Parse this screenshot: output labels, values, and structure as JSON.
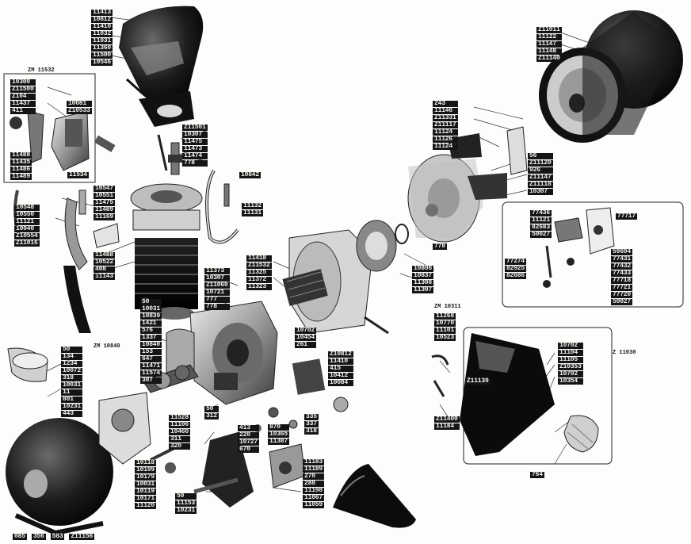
{
  "group_tags": {
    "carb": "ZM 11532",
    "tail": "ZM 10840",
    "flywheel_plate": "ZM 10311",
    "tail_box": "Z 11030"
  },
  "stacks": {
    "head_cover": [
      "11413",
      "10812",
      "11410",
      "11032",
      "11031",
      "11360",
      "11500",
      "10546"
    ],
    "carb": [
      "10300",
      "Z11500",
      "Z104",
      "11437",
      "411"
    ],
    "carb_right": [
      "10081",
      "Z10533"
    ],
    "carb_lower": [
      "11488",
      "11435",
      "11486",
      "11489"
    ],
    "carb_bottom": [
      "11534"
    ],
    "plug": [
      "Z11501",
      "10307",
      "11475",
      "11473",
      "11474",
      "778"
    ],
    "pipe": [
      "10842"
    ],
    "pipe2": [
      "11132",
      "11131"
    ],
    "intake_left": [
      "10548",
      "10550",
      "11121",
      "10040",
      "Z10554",
      "Z11016"
    ],
    "intake_right": [
      "10547",
      "10551",
      "11475",
      "11489",
      "11169"
    ],
    "cyl_left": [
      "11488",
      "10522",
      "408",
      "11143"
    ],
    "cyl_mid": [
      "11373",
      "10307",
      "Z11060",
      "10721",
      "777",
      "778"
    ],
    "cyl_mid2": [
      "11418",
      "Z11532",
      "11325",
      "11372",
      "11323"
    ],
    "cyl_lower": [
      "50",
      "10031",
      "10839",
      "1421",
      "576",
      "1337",
      "10840",
      "153",
      "647",
      "11471",
      "11574",
      "307"
    ],
    "piston_left": [
      "50",
      "134",
      "1234",
      "10072",
      "318",
      "10031",
      "11",
      "801",
      "10231",
      "443"
    ],
    "crank_lower": [
      "50",
      "312"
    ],
    "crank_lower2": [
      "11528",
      "11106",
      "10460",
      "311",
      "320"
    ],
    "bottom_left": [
      "10118",
      "10199",
      "10179",
      "10031",
      "10119",
      "10171",
      "11120"
    ],
    "bottom_mid": [
      "413",
      "220",
      "10727",
      "670"
    ],
    "bottom_mid2": [
      "870",
      "10365",
      "11387"
    ],
    "bottom_mid3": [
      "335",
      "337",
      "318"
    ],
    "bottom_right": [
      "11183",
      "11189",
      "270",
      "288",
      "11198",
      "11067",
      "11059"
    ],
    "bottom_pair": [
      "50",
      "11153",
      "10231"
    ],
    "clutch_small": [
      "10702",
      "10454",
      "261"
    ],
    "clutch_small2": [
      "Z10812",
      "11410",
      "415",
      "10412",
      "10084"
    ],
    "flywheel_top": [
      "Z11011",
      "11122",
      "11147",
      "11148",
      "Z11140"
    ],
    "rotor_left": [
      "243",
      "11146",
      "Z11331",
      "Z11117",
      "11124",
      "11126",
      "11124"
    ],
    "rotor_right": [
      "56",
      "Z11120",
      "926",
      "Z11147",
      "Z11118",
      "10307"
    ],
    "rotor_bottom": [
      "778"
    ],
    "mag_left": [
      "10808",
      "10837",
      "11308",
      "11307"
    ],
    "mag_lower": [
      "11268",
      "10770",
      "11101",
      "10523"
    ],
    "mag_box": [
      "77436",
      "11121",
      "82683",
      "50027"
    ],
    "mag_box_right": [
      "77717"
    ],
    "mag_box_mid": [
      "77274",
      "82925",
      "82686"
    ],
    "mag_box_right2": [
      "59604",
      "77431",
      "77432",
      "77433",
      "77718",
      "77721",
      "77720",
      "50027"
    ],
    "tail_right": [
      "10702",
      "11104",
      "11105",
      "Z10353",
      "10702",
      "10354"
    ],
    "tail_left": [
      "Z11139"
    ],
    "tail_bottom": [
      "Z11400",
      "11184"
    ],
    "lamp": [
      "764"
    ],
    "foot": [
      "085",
      "356",
      "583",
      "Z11156"
    ]
  },
  "colors": {
    "ink": "#151515",
    "paper": "#fdfdfb"
  }
}
